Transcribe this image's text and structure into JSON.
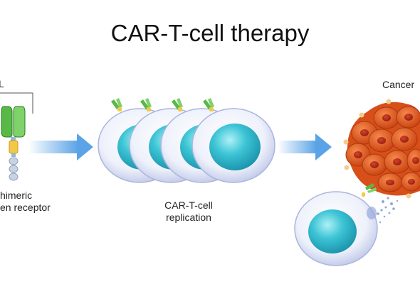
{
  "title": "CAR-T-cell therapy",
  "labels": {
    "left_top": "L",
    "left_caption_line1": "himeric",
    "left_caption_line2": "en receptor",
    "middle_line1": "CAR-T-cell",
    "middle_line2": "replication",
    "right_top": "Cancer"
  },
  "colors": {
    "arrow": "#5aa3e6",
    "cell_nucleus": "#2fb6c9",
    "cell_membrane": "#c8d2ee",
    "receptor_green": "#58b947",
    "receptor_yellow": "#f2c848",
    "tumor": "#e25e22"
  }
}
